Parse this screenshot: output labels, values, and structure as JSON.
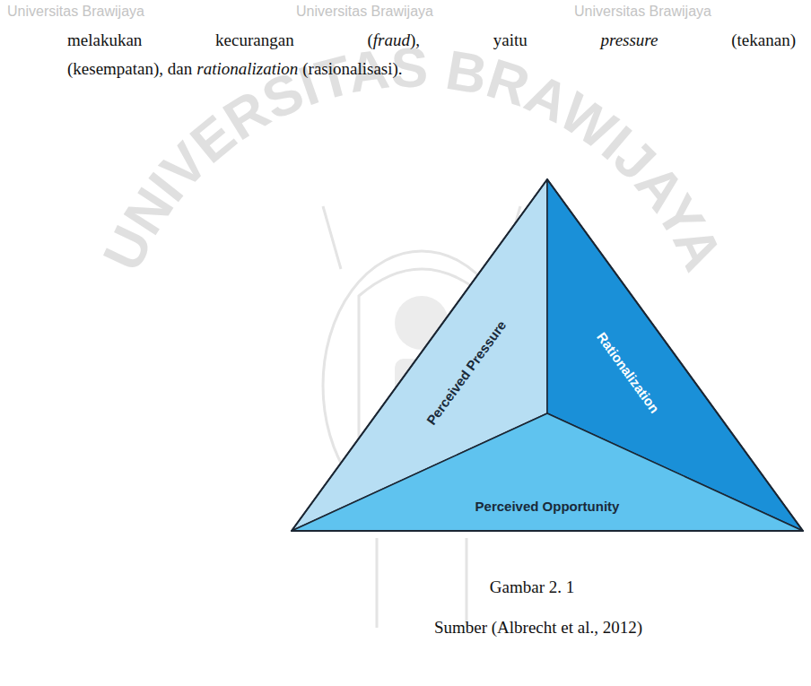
{
  "diagram": {
    "caption": "Gambar 2. 1",
    "nodes": [
      {
        "text": [
          "Perceived Pressure"
        ]
      },
      {
        "text": [
          "Rationalization"
        ]
      },
      {
        "text": [
          "Perceived Opportunity"
        ]
      }
    ],
    "labels": [
      "melakukan",
      "kecurangan",
      "(",
      "fraud",
      "),",
      "yaitu",
      "pressure",
      "(tekanan)",
      "(kesempatan), dan",
      "rationalization",
      "(rasionalisasi).",
      "Sumber (Albrecht et al., 2012)",
      "Universitas Brawijaya",
      "Universitas Brawijaya",
      "Universitas Brawijaya",
      "UNIVERSITAS BRAWIJAYA"
    ]
  }
}
